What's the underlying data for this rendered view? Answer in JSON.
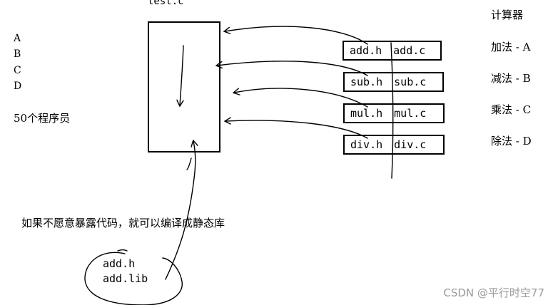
{
  "file_title": "test.c",
  "roles": [
    "A",
    "B",
    "C",
    "D"
  ],
  "programmers": "50个程序员",
  "files": [
    {
      "header": "add.h",
      "source": "add.c"
    },
    {
      "header": "sub.h",
      "source": "sub.c"
    },
    {
      "header": "mul.h",
      "source": "mul.c"
    },
    {
      "header": "div.h",
      "source": "div.c"
    }
  ],
  "calculator": {
    "title": "计算器",
    "ops": [
      "加法 - A",
      "减法 - B",
      "乘法 - C",
      "除法 - D"
    ]
  },
  "note": "如果不愿意暴露代码，就可以编译成静态库",
  "lib_files": [
    "add.h",
    "add.lib"
  ],
  "watermark": "CSDN @平行时空77"
}
